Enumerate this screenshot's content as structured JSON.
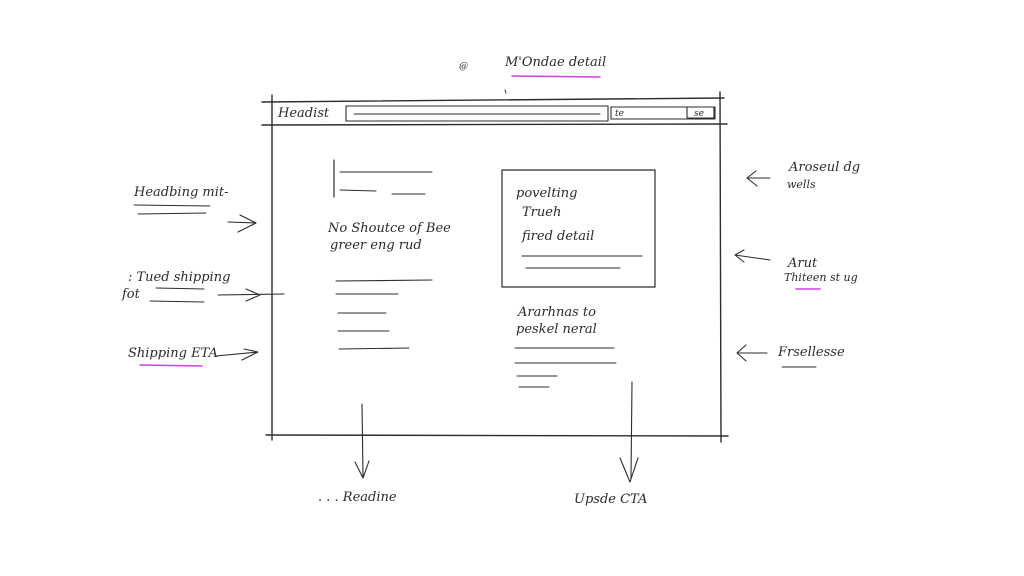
{
  "top_note": {
    "text": "M'Ondae detail",
    "symbol": "@"
  },
  "browser": {
    "title_text": "Headist",
    "button_text": "se",
    "small_left_text": "te"
  },
  "left_column": {
    "body_line_1": "No Shoutce of Bee",
    "body_line_2": "greer eng rud"
  },
  "right_column": {
    "card_line_1": "povelting",
    "card_line_2": "Trueh",
    "card_line_3": "fired detail",
    "lower_line_1": "Ararhnas to",
    "lower_line_2": "peskel neral"
  },
  "left_annotations": [
    {
      "text": "Headbing mit-"
    },
    {
      "text": ": Tued shipping"
    },
    {
      "text": "fot"
    },
    {
      "text": "Shipping ETA"
    }
  ],
  "right_annotations": [
    {
      "line1": "Aroseul dg",
      "line2": "wells"
    },
    {
      "line1": "Arut",
      "line2": "Thiteen st ug"
    },
    {
      "line1": "Frsellesse",
      "line2": ""
    }
  ],
  "bottom_annotations": [
    {
      "text": ". . . Readine"
    },
    {
      "text": "Upsde CTA"
    }
  ],
  "colors": {
    "ink": "#2d2d2d",
    "accent": "#cc44dd",
    "paper": "#ffffff"
  }
}
